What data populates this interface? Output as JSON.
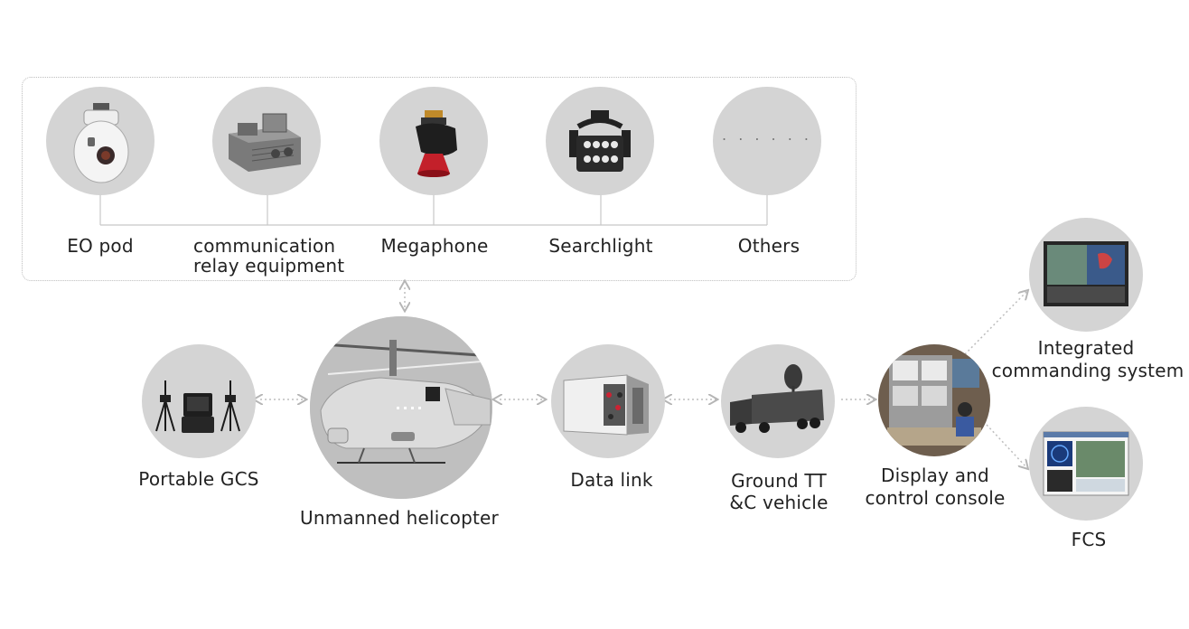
{
  "payloads": {
    "eo_pod": "EO pod",
    "relay_line1": "communication",
    "relay_line2": "relay equipment",
    "megaphone": "Megaphone",
    "searchlight": "Searchlight",
    "others": "Others",
    "others_placeholder": "· · · · · ·"
  },
  "system": {
    "portable_gcs": "Portable GCS",
    "helicopter": "Unmanned helicopter",
    "data_link": "Data link",
    "vehicle_line1": "Ground TT",
    "vehicle_line2": "&C vehicle",
    "console_line1": "Display and",
    "console_line2": "control console",
    "ics_line1": "Integrated",
    "ics_line2": "commanding system",
    "fcs": "FCS"
  },
  "colors": {
    "node_fill": "#d4d4d4",
    "line": "#c8c8c8",
    "text": "#222222"
  }
}
